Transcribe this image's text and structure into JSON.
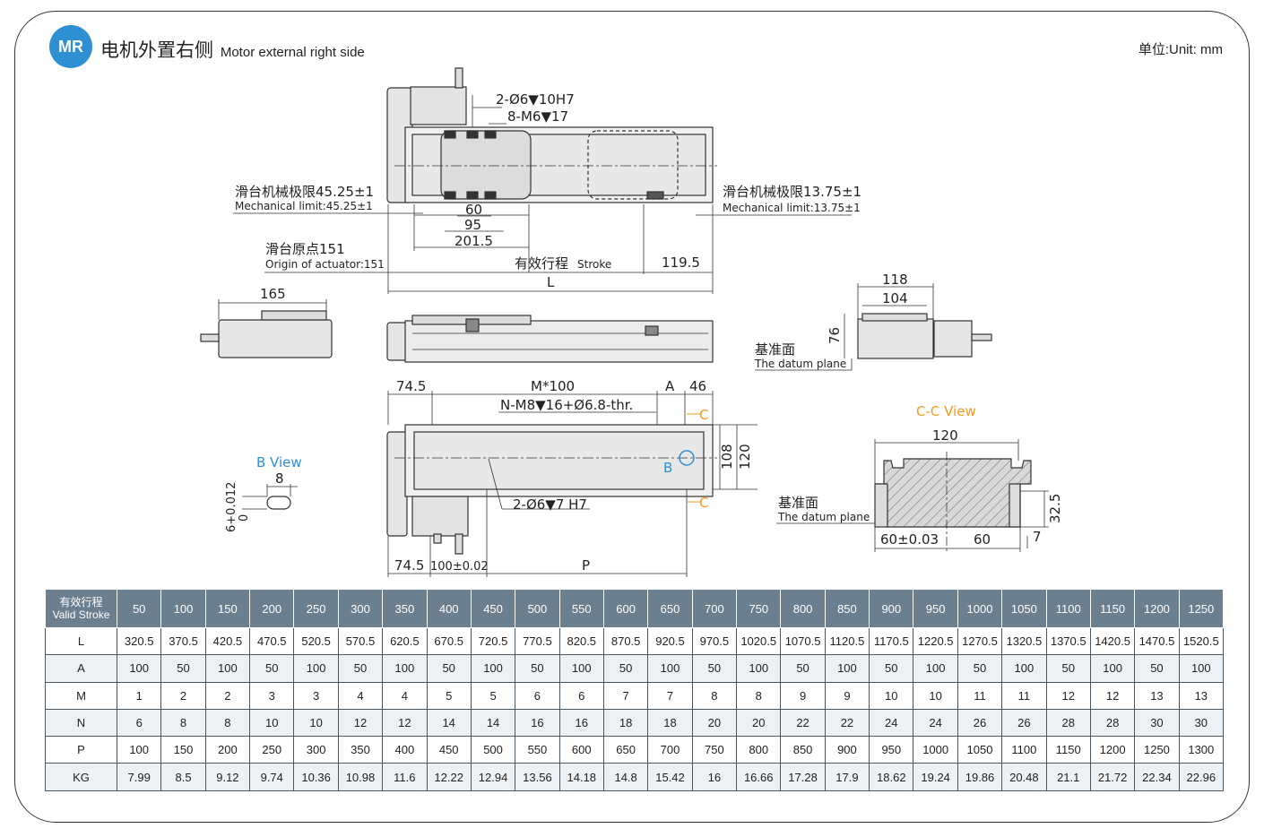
{
  "header": {
    "badge": "MR",
    "title_cn": "电机外置右侧",
    "title_en": "Motor external right side",
    "unit": "单位:Unit: mm"
  },
  "labels": {
    "hole_spec_top1": "2-Ø6▼10H7",
    "hole_spec_top2": "8-M6▼17",
    "limit_left_cn": "滑台机械极限45.25±1",
    "limit_left_en": "Mechanical limit:45.25±1",
    "limit_right_cn": "滑台机械极限13.75±1",
    "limit_right_en": "Mechanical limit:13.75±1",
    "dim_60": "60",
    "dim_95": "95",
    "dim_201_5": "201.5",
    "origin_cn": "滑台原点151",
    "origin_en": "Origin of actuator:151",
    "stroke_cn": "有效行程",
    "stroke_en": "Stroke",
    "dim_119_5": "119.5",
    "dim_L": "L",
    "dim_165": "165",
    "dim_118": "118",
    "dim_104": "104",
    "dim_76": "76",
    "datum_cn": "基准面",
    "datum_en": "The datum plane",
    "dim_74_5_top": "74.5",
    "dim_m100": "M*100",
    "dim_A": "A",
    "dim_46": "46",
    "hole_spec_n": "N-M8▼16+Ø6.8-thr.",
    "marker_c": "C",
    "marker_b": "B",
    "dim_108": "108",
    "dim_120_side": "120",
    "hole_spec_bottom": "2-Ø6▼7 H7",
    "dim_74_5_bottom": "74.5",
    "dim_100_tol": "100±0.02",
    "dim_P": "P",
    "b_view_title": "B View",
    "b_view_8": "8",
    "b_view_tol": "6+0.012",
    "b_view_zero": "0",
    "cc_view_title": "C-C View",
    "cc_120": "120",
    "cc_32_5": "32.5",
    "cc_60_tol": "60±0.03",
    "cc_60": "60",
    "cc_7": "7",
    "datum2_cn": "基准面",
    "datum2_en": "The datum plane"
  },
  "colors": {
    "accent_blue": "#2f8fd3",
    "accent_orange": "#f39a1e",
    "table_header": "#6b7f8f"
  },
  "table": {
    "header_cn": "有效行程",
    "header_en": "Valid Stroke",
    "strokes": [
      "50",
      "100",
      "150",
      "200",
      "250",
      "300",
      "350",
      "400",
      "450",
      "500",
      "550",
      "600",
      "650",
      "700",
      "750",
      "800",
      "850",
      "900",
      "950",
      "1000",
      "1050",
      "1100",
      "1150",
      "1200",
      "1250"
    ],
    "rows": [
      {
        "label": "L",
        "values": [
          "320.5",
          "370.5",
          "420.5",
          "470.5",
          "520.5",
          "570.5",
          "620.5",
          "670.5",
          "720.5",
          "770.5",
          "820.5",
          "870.5",
          "920.5",
          "970.5",
          "1020.5",
          "1070.5",
          "1120.5",
          "1170.5",
          "1220.5",
          "1270.5",
          "1320.5",
          "1370.5",
          "1420.5",
          "1470.5",
          "1520.5"
        ]
      },
      {
        "label": "A",
        "values": [
          "100",
          "50",
          "100",
          "50",
          "100",
          "50",
          "100",
          "50",
          "100",
          "50",
          "100",
          "50",
          "100",
          "50",
          "100",
          "50",
          "100",
          "50",
          "100",
          "50",
          "100",
          "50",
          "100",
          "50",
          "100"
        ]
      },
      {
        "label": "M",
        "values": [
          "1",
          "2",
          "2",
          "3",
          "3",
          "4",
          "4",
          "5",
          "5",
          "6",
          "6",
          "7",
          "7",
          "8",
          "8",
          "9",
          "9",
          "10",
          "10",
          "11",
          "11",
          "12",
          "12",
          "13",
          "13"
        ]
      },
      {
        "label": "N",
        "values": [
          "6",
          "8",
          "8",
          "10",
          "10",
          "12",
          "12",
          "14",
          "14",
          "16",
          "16",
          "18",
          "18",
          "20",
          "20",
          "22",
          "22",
          "24",
          "24",
          "26",
          "26",
          "28",
          "28",
          "30",
          "30"
        ]
      },
      {
        "label": "P",
        "values": [
          "100",
          "150",
          "200",
          "250",
          "300",
          "350",
          "400",
          "450",
          "500",
          "550",
          "600",
          "650",
          "700",
          "750",
          "800",
          "850",
          "900",
          "950",
          "1000",
          "1050",
          "1100",
          "1150",
          "1200",
          "1250",
          "1300"
        ]
      },
      {
        "label": "KG",
        "values": [
          "7.99",
          "8.5",
          "9.12",
          "9.74",
          "10.36",
          "10.98",
          "11.6",
          "12.22",
          "12.94",
          "13.56",
          "14.18",
          "14.8",
          "15.42",
          "16",
          "16.66",
          "17.28",
          "17.9",
          "18.62",
          "19.24",
          "19.86",
          "20.48",
          "21.1",
          "21.72",
          "22.34",
          "22.96"
        ]
      }
    ]
  }
}
